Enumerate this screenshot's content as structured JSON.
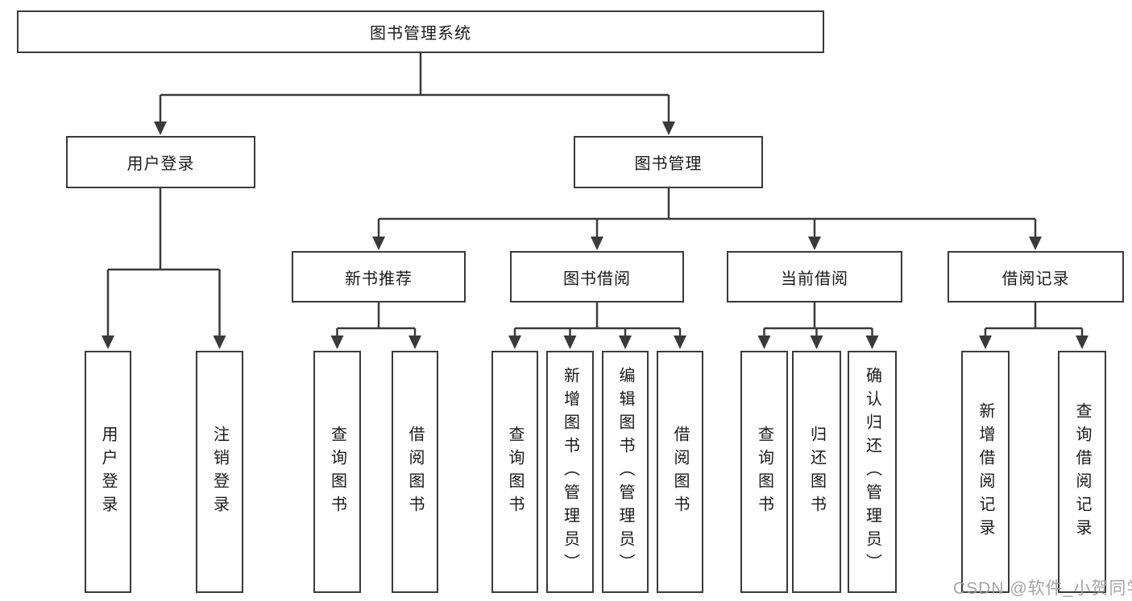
{
  "colors": {
    "line": "#3a3a3a",
    "text": "#1a1a1a",
    "watermark": "#9c9c9c",
    "background": "#ffffff"
  },
  "watermark": {
    "text": "CSDN @软件_小贺同学"
  },
  "tree": {
    "label": "图书管理系统",
    "children": [
      {
        "label": "用户登录",
        "children": [
          {
            "label": "用户登录"
          },
          {
            "label": "注销登录"
          }
        ]
      },
      {
        "label": "图书管理",
        "children": [
          {
            "label": "新书推荐",
            "children": [
              {
                "label": "查询图书"
              },
              {
                "label": "借阅图书"
              }
            ]
          },
          {
            "label": "图书借阅",
            "children": [
              {
                "label": "查询图书"
              },
              {
                "label": "新增图书（管理员）"
              },
              {
                "label": "编辑图书（管理员）"
              },
              {
                "label": "借阅图书"
              }
            ]
          },
          {
            "label": "当前借阅",
            "children": [
              {
                "label": "查询图书"
              },
              {
                "label": "归还图书"
              },
              {
                "label": "确认归还（管理员）"
              }
            ]
          },
          {
            "label": "借阅记录",
            "children": [
              {
                "label": "新增借阅记录"
              },
              {
                "label": "查询借阅记录"
              }
            ]
          }
        ]
      }
    ]
  }
}
